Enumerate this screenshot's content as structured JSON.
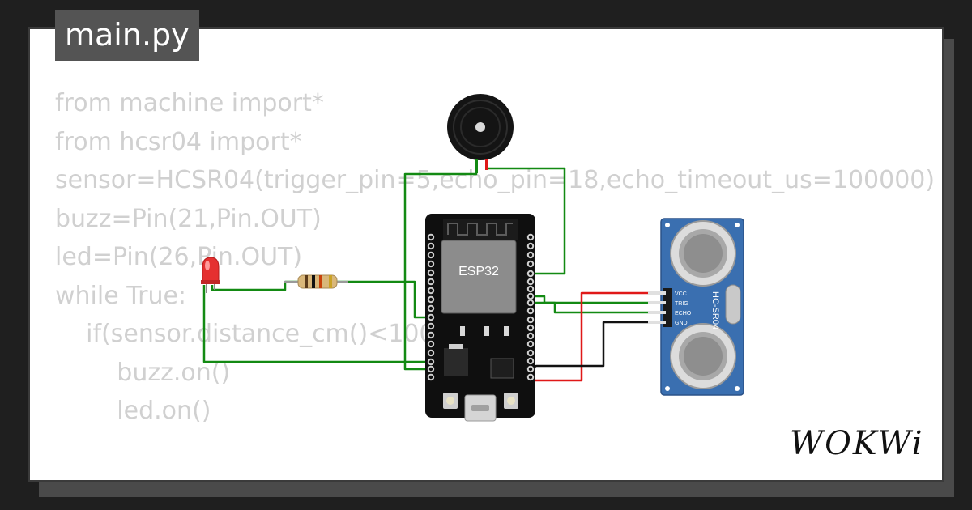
{
  "file_tab": {
    "label": "main.py"
  },
  "code_lines": [
    "from machine import*",
    "from hcsr04 import*",
    "sensor=HCSR04(trigger_pin=5,echo_pin=18,echo_timeout_us=100000)",
    "buzz=Pin(21,Pin.OUT)",
    "led=Pin(26,Pin.OUT)",
    "while True:",
    "    if(sensor.distance_cm()<100):",
    "        buzz.on()",
    "        led.on()"
  ],
  "esp32": {
    "chip_label": "ESP32"
  },
  "sensor": {
    "model_label": "HC-SR04",
    "pins": [
      "VCC",
      "TRIG",
      "ECHO",
      "GND"
    ]
  },
  "brand": {
    "logo_text": "WOKWi"
  },
  "colors": {
    "wire_green": "#138a13",
    "wire_red": "#e01818",
    "wire_black": "#111111",
    "sensor_blue": "#3a6fb0",
    "led_red": "#e53030"
  }
}
